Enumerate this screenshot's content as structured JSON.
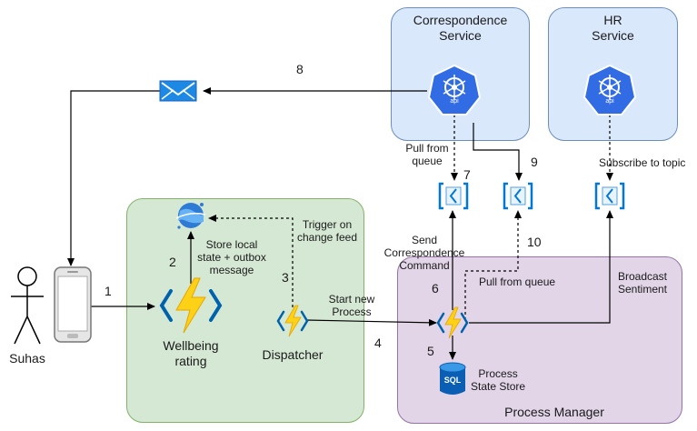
{
  "containers": {
    "correspondence_service": "Correspondence\nService",
    "hr_service": "HR\nService",
    "process_manager": "Process Manager"
  },
  "actors": {
    "user": "Suhas"
  },
  "nodes": {
    "wellbeing_rating": "Wellbeing\nrating",
    "dispatcher": "Dispatcher",
    "process_state_store": "Process\nState Store",
    "api_label": "api"
  },
  "edges": {
    "e1": "1",
    "e2": "2",
    "e3": "3",
    "e4": "4",
    "e5": "5",
    "e6": "6",
    "e7": "7",
    "e8": "8",
    "e9": "9",
    "e10": "10"
  },
  "labels": {
    "store_local_state": "Store local\nstate + outbox\nmessage",
    "trigger_change_feed": "Trigger on\nchange feed",
    "start_new_process": "Start new\nProcess",
    "send_correspondence": "Send\nCorrespondence\nCommand",
    "pull_from_queue_1": "Pull from\nqueue",
    "pull_from_queue_2": "Pull from queue",
    "subscribe_to_topic": "Subscribe to topic",
    "broadcast_sentiment": "Broadcast\nSentiment",
    "sql_badge": "SQL"
  },
  "colors": {
    "service_fill": "#dae8fc",
    "service_border": "#6c8ebf",
    "app_fill": "#d5e8d4",
    "app_border": "#82b366",
    "pm_fill": "#e1d5e7",
    "pm_border": "#9673a6",
    "azure_blue": "#0078d4",
    "k8s_blue": "#326ce5",
    "function_yellow": "#fcd116"
  }
}
